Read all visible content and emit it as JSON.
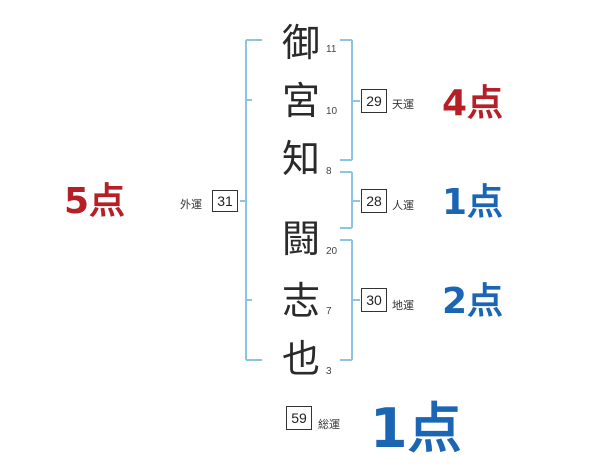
{
  "name_chars": [
    {
      "char": "御",
      "strokes": "11"
    },
    {
      "char": "宮",
      "strokes": "10"
    },
    {
      "char": "知",
      "strokes": "8"
    },
    {
      "char": "闘",
      "strokes": "20"
    },
    {
      "char": "志",
      "strokes": "7"
    },
    {
      "char": "也",
      "strokes": "3"
    }
  ],
  "fortunes": {
    "ten": {
      "label": "天運",
      "value": "29",
      "score": "4点"
    },
    "jin": {
      "label": "人運",
      "value": "28",
      "score": "1点"
    },
    "chi": {
      "label": "地運",
      "value": "30",
      "score": "2点"
    },
    "gai": {
      "label": "外運",
      "value": "31",
      "score": "5点"
    },
    "sou": {
      "label": "総運",
      "value": "59",
      "score": "1点"
    }
  },
  "colors": {
    "bracket": "#8cc4e4",
    "score_red": "#b51f25",
    "score_blue": "#1a66b4"
  }
}
